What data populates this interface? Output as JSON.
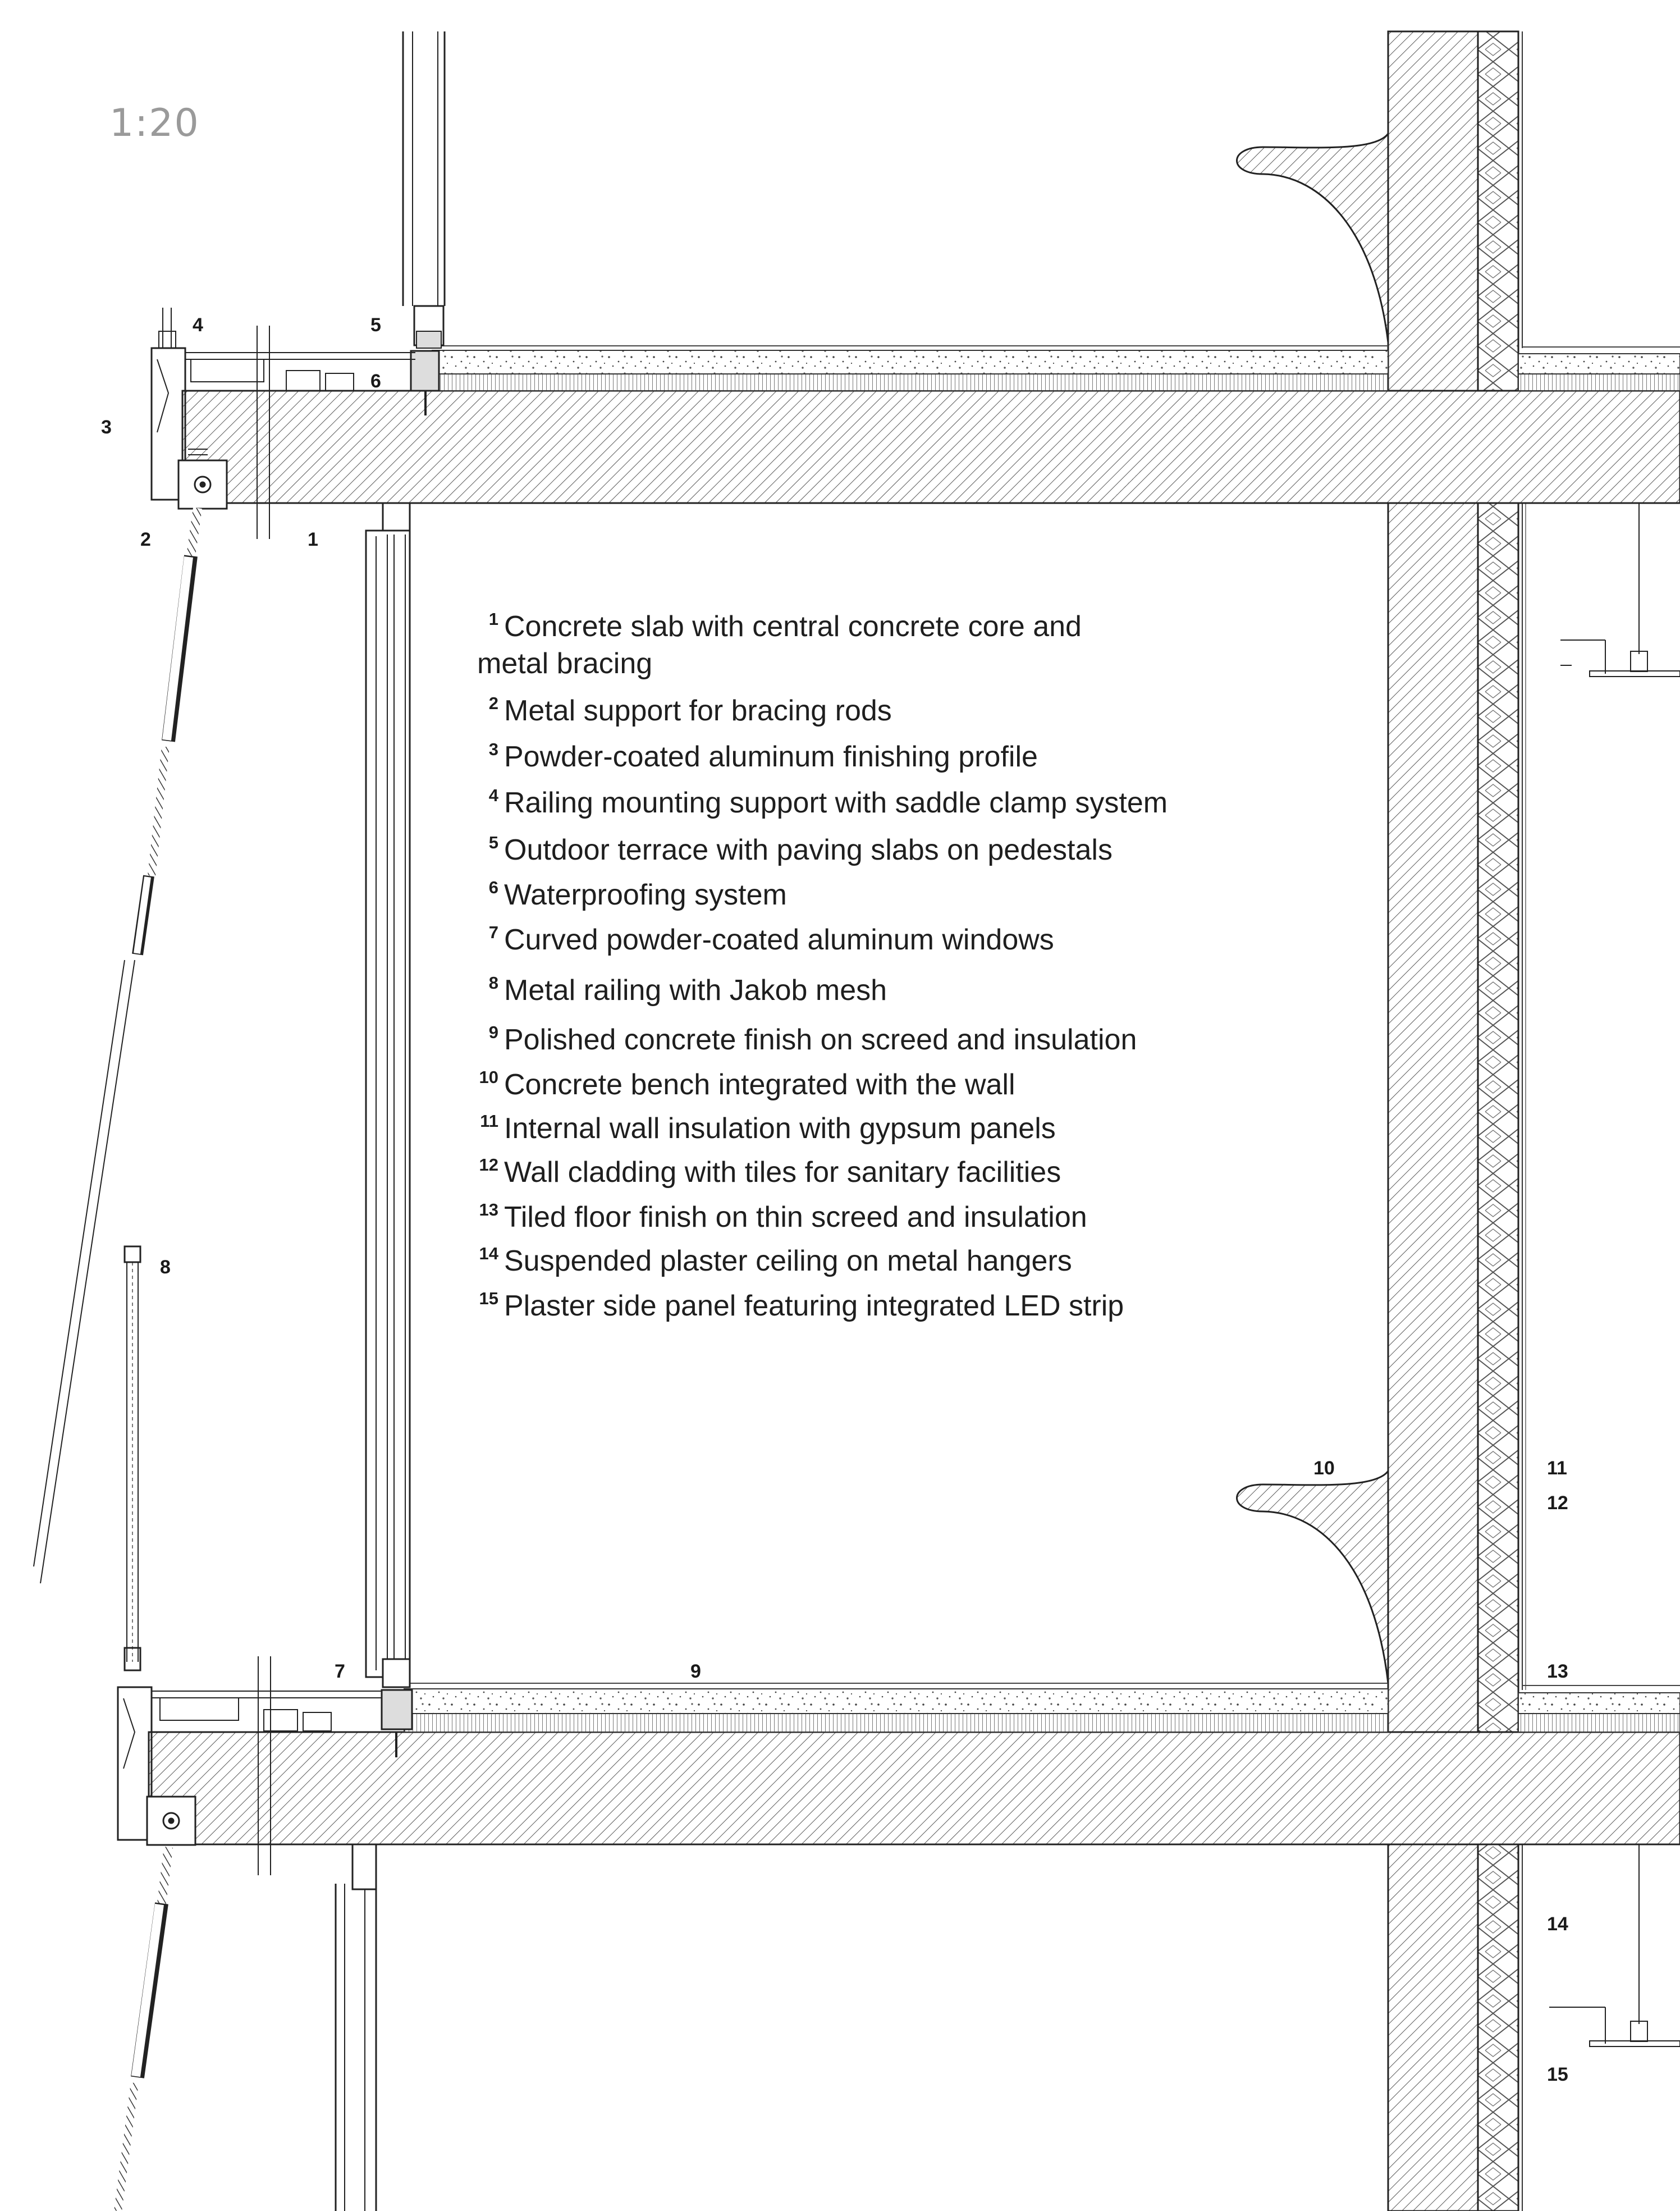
{
  "scale_label": "1:20",
  "callouts": [
    {
      "id": "c1",
      "text": "1"
    },
    {
      "id": "c2",
      "text": "2"
    },
    {
      "id": "c3",
      "text": "3"
    },
    {
      "id": "c4",
      "text": "4"
    },
    {
      "id": "c5",
      "text": "5"
    },
    {
      "id": "c6",
      "text": "6"
    },
    {
      "id": "c7",
      "text": "7"
    },
    {
      "id": "c8",
      "text": "8"
    },
    {
      "id": "c9",
      "text": "9"
    },
    {
      "id": "c10",
      "text": "10"
    },
    {
      "id": "c11",
      "text": "11"
    },
    {
      "id": "c12",
      "text": "12"
    },
    {
      "id": "c13",
      "text": "13"
    },
    {
      "id": "c14",
      "text": "14"
    },
    {
      "id": "c15",
      "text": "15"
    }
  ],
  "legend": [
    {
      "num": "1",
      "text": "Concrete slab with central concrete core and metal bracing"
    },
    {
      "num": "2",
      "text": "Metal support for bracing rods"
    },
    {
      "num": "3",
      "text": "Powder-coated aluminum finishing profile"
    },
    {
      "num": "4",
      "text": "Railing mounting support with saddle clamp system"
    },
    {
      "num": "5",
      "text": "Outdoor terrace with paving slabs on pedestals"
    },
    {
      "num": "6",
      "text": "Waterproofing system"
    },
    {
      "num": "7",
      "text": "Curved powder-coated aluminum windows"
    },
    {
      "num": "8",
      "text": "Metal railing with Jakob mesh"
    },
    {
      "num": "9",
      "text": "Polished concrete finish on screed and insulation"
    },
    {
      "num": "10",
      "text": "Concrete bench integrated with the wall"
    },
    {
      "num": "11",
      "text": "Internal wall insulation with gypsum panels"
    },
    {
      "num": "12",
      "text": "Wall cladding with tiles for sanitary facilities"
    },
    {
      "num": "13",
      "text": "Tiled floor finish on thin screed and insulation"
    },
    {
      "num": "14",
      "text": "Suspended plaster ceiling on metal hangers"
    },
    {
      "num": "15",
      "text": "Plaster side panel featuring integrated LED strip"
    }
  ]
}
